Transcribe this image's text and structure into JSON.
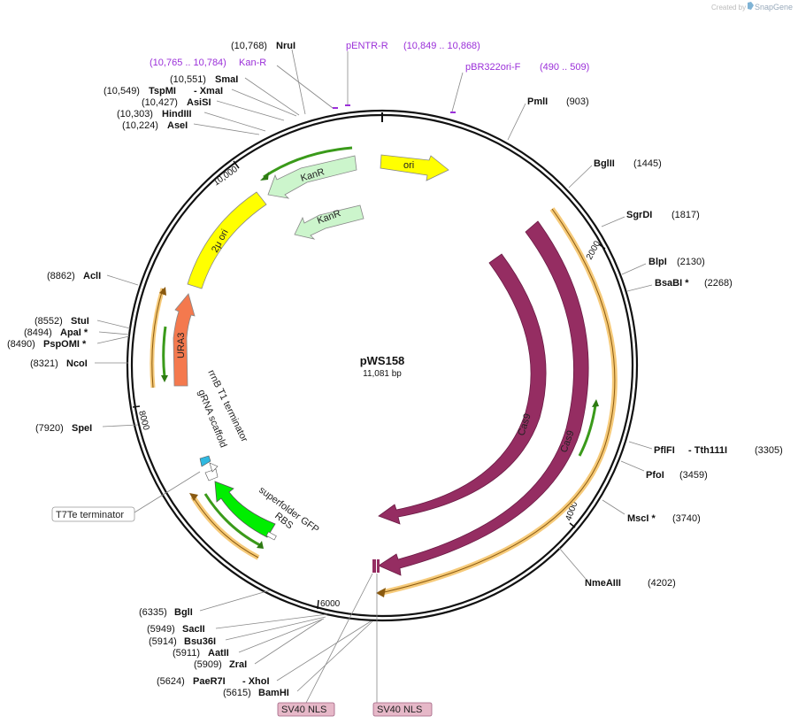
{
  "watermark": "Created by",
  "watermark_brand": "SnapGene",
  "plasmid": {
    "name": "pWS158",
    "length": "11,081 bp"
  },
  "ticks": [
    "2000",
    "4000",
    "6000",
    "8000",
    "10,000"
  ],
  "sites": [
    {
      "pos": "(903)",
      "name": "PmlI"
    },
    {
      "pos": "(1445)",
      "name": "BglII"
    },
    {
      "pos": "(1817)",
      "name": "SgrDI"
    },
    {
      "pos": "(2130)",
      "name": "BlpI"
    },
    {
      "pos": "(2268)",
      "name": "BsaBI *"
    },
    {
      "pos": "(3305)",
      "name": "PflFI",
      "name2": "- Tth111I"
    },
    {
      "pos": "(3459)",
      "name": "PfoI"
    },
    {
      "pos": "(3740)",
      "name": "MscI *"
    },
    {
      "pos": "(4202)",
      "name": "NmeAIII"
    },
    {
      "pos": "(6335)",
      "name": "BglI"
    },
    {
      "pos": "(5949)",
      "name": "SacII"
    },
    {
      "pos": "(5914)",
      "name": "Bsu36I"
    },
    {
      "pos": "(5911)",
      "name": "AatII"
    },
    {
      "pos": "(5909)",
      "name": "ZraI"
    },
    {
      "pos": "(5624)",
      "name": "PaeR7I",
      "name2": "- XhoI"
    },
    {
      "pos": "(5615)",
      "name": "BamHI"
    },
    {
      "pos": "(7920)",
      "name": "SpeI"
    },
    {
      "pos": "(8321)",
      "name": "NcoI"
    },
    {
      "pos": "(8490)",
      "name": "PspOMI *"
    },
    {
      "pos": "(8494)",
      "name": "ApaI *"
    },
    {
      "pos": "(8552)",
      "name": "StuI"
    },
    {
      "pos": "(8862)",
      "name": "AclI"
    },
    {
      "pos": "(10,224)",
      "name": "AseI"
    },
    {
      "pos": "(10,303)",
      "name": "HindIII"
    },
    {
      "pos": "(10,427)",
      "name": "AsiSI"
    },
    {
      "pos": "(10,549)",
      "name": "TspMI",
      "name2": "- XmaI"
    },
    {
      "pos": "(10,551)",
      "name": "SmaI"
    },
    {
      "pos": "(10,768)",
      "name": "NruI"
    }
  ],
  "primers": [
    {
      "name": "pENTR-R",
      "range": "(10,849 .. 10,868)"
    },
    {
      "range": "(10,765 .. 10,784)",
      "name": "Kan-R"
    },
    {
      "name": "pBR322ori-F",
      "range": "(490 .. 509)"
    }
  ],
  "features": {
    "ori": "ori",
    "kanr_outer": "KanR",
    "kanr_inner": "KanR",
    "two_micron": "2μ ori",
    "ura3": "URA3",
    "cas9_outer": "Cas9",
    "cas9_inner": "Cas9",
    "rrnb": "rrnB T1 terminator",
    "grna": "gRNA scaffold",
    "sfgfp": "superfolder GFP",
    "rbs": "RBS",
    "t7te": "T7Te terminator",
    "sv40_a": "SV40 NLS",
    "sv40_b": "SV40 NLS"
  },
  "colors": {
    "ori": "#ffff00",
    "kanr": "#ccf5cc",
    "ura3": "#f4794e",
    "cas9": "#952d62",
    "gfp": "#00ee00",
    "orf": "#f5c46a",
    "sv40": "#e6b8c8",
    "primer": "#9b30d9"
  }
}
